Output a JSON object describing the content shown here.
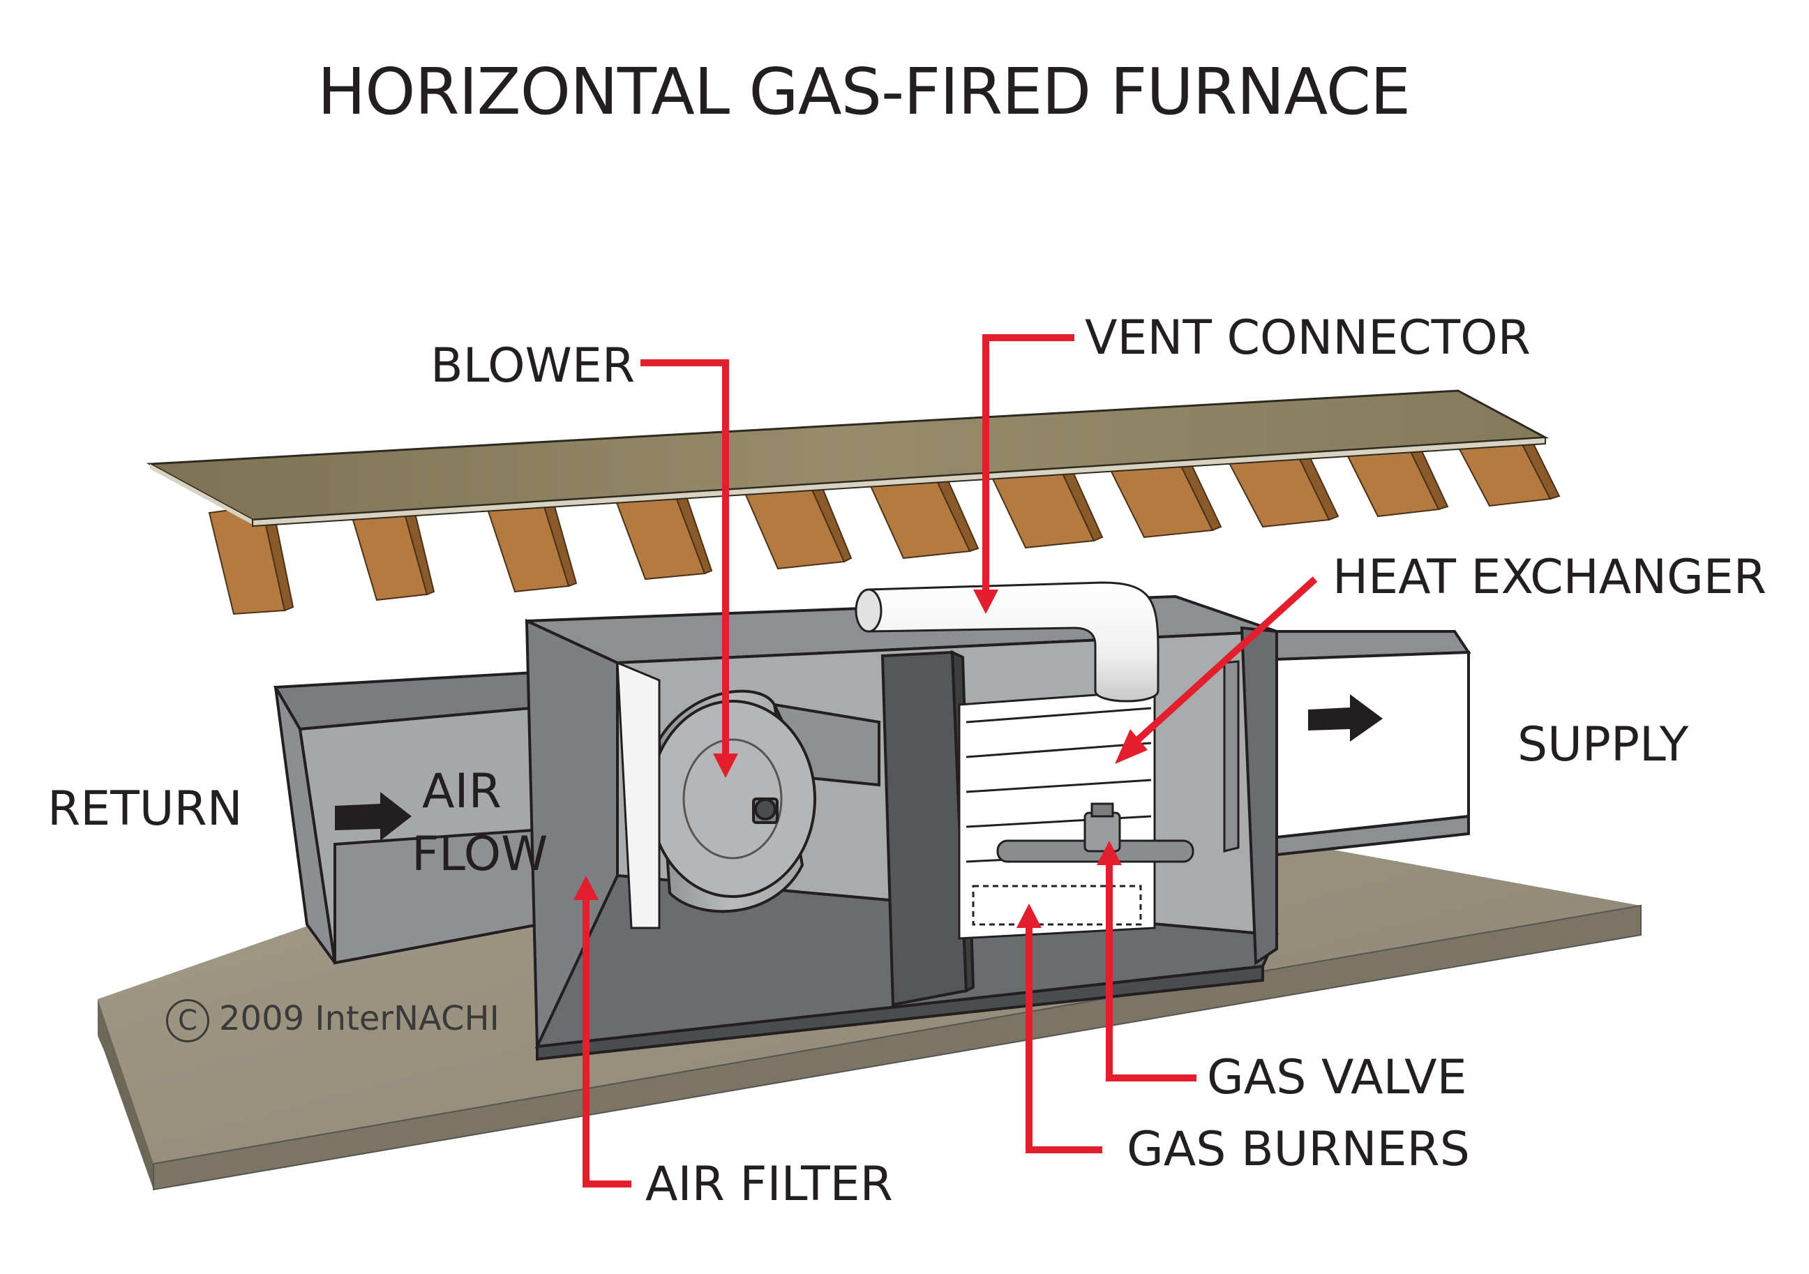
{
  "title": "HORIZONTAL GAS-FIRED FURNACE",
  "labels": {
    "blower": "BLOWER",
    "vent_connector": "VENT CONNECTOR",
    "heat_exchanger": "HEAT EXCHANGER",
    "supply": "SUPPLY",
    "return": "RETURN",
    "air": "AIR",
    "flow": "FLOW",
    "gas_valve": "GAS VALVE",
    "gas_burners": "GAS BURNERS",
    "air_filter": "AIR FILTER"
  },
  "copyright": {
    "symbol": "C",
    "text": "2009  InterNACHI"
  },
  "colors": {
    "leader": "#e31e2d",
    "duct": "#9a9c9f",
    "duct_dark": "#6e7073",
    "duct_light": "#c5c6c8",
    "outline": "#231f20",
    "joist": "#b57a3f",
    "joist_dark": "#8a5a2b",
    "subfloor": "#8b8062",
    "slab": "#9b9482",
    "pipe": "#efefef"
  },
  "icons": [
    "air-flow-arrow-icon",
    "supply-arrow-icon"
  ]
}
